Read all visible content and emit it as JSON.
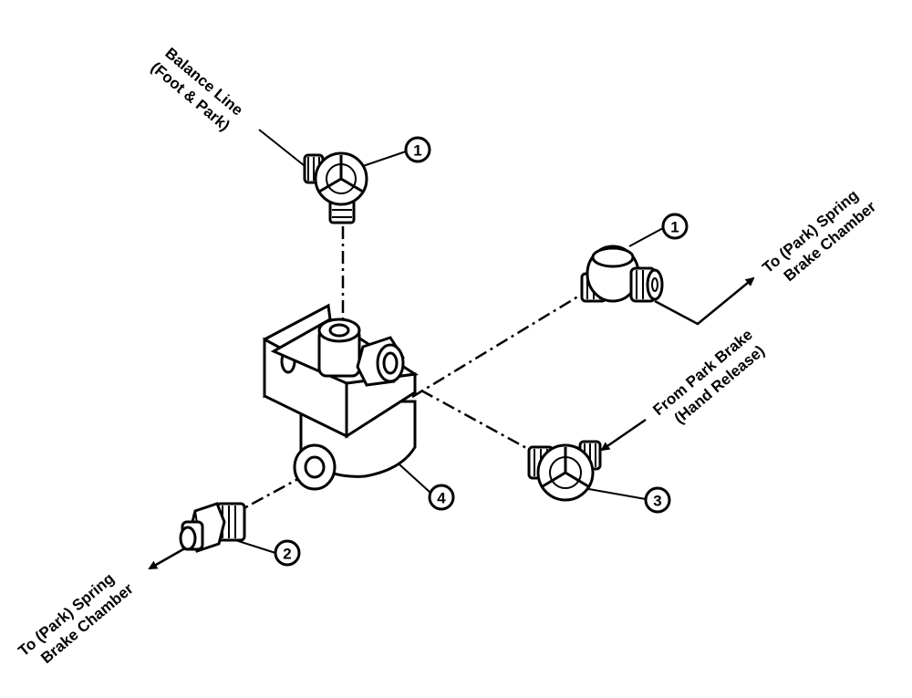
{
  "diagram": {
    "labels": {
      "balance_line_1": "Balance Line",
      "balance_line_2": "(Foot & Park)",
      "spring_top_1": "To (Park) Spring",
      "spring_top_2": "Brake Chamber",
      "park_brake_1": "From Park Brake",
      "park_brake_2": "(Hand Release)",
      "spring_bottom_1": "To (Park) Spring",
      "spring_bottom_2": "Brake Chamber"
    },
    "callouts": {
      "fitting_top": "1",
      "fitting_right": "1",
      "nipple": "2",
      "elbow_right": "3",
      "valve": "4"
    }
  }
}
